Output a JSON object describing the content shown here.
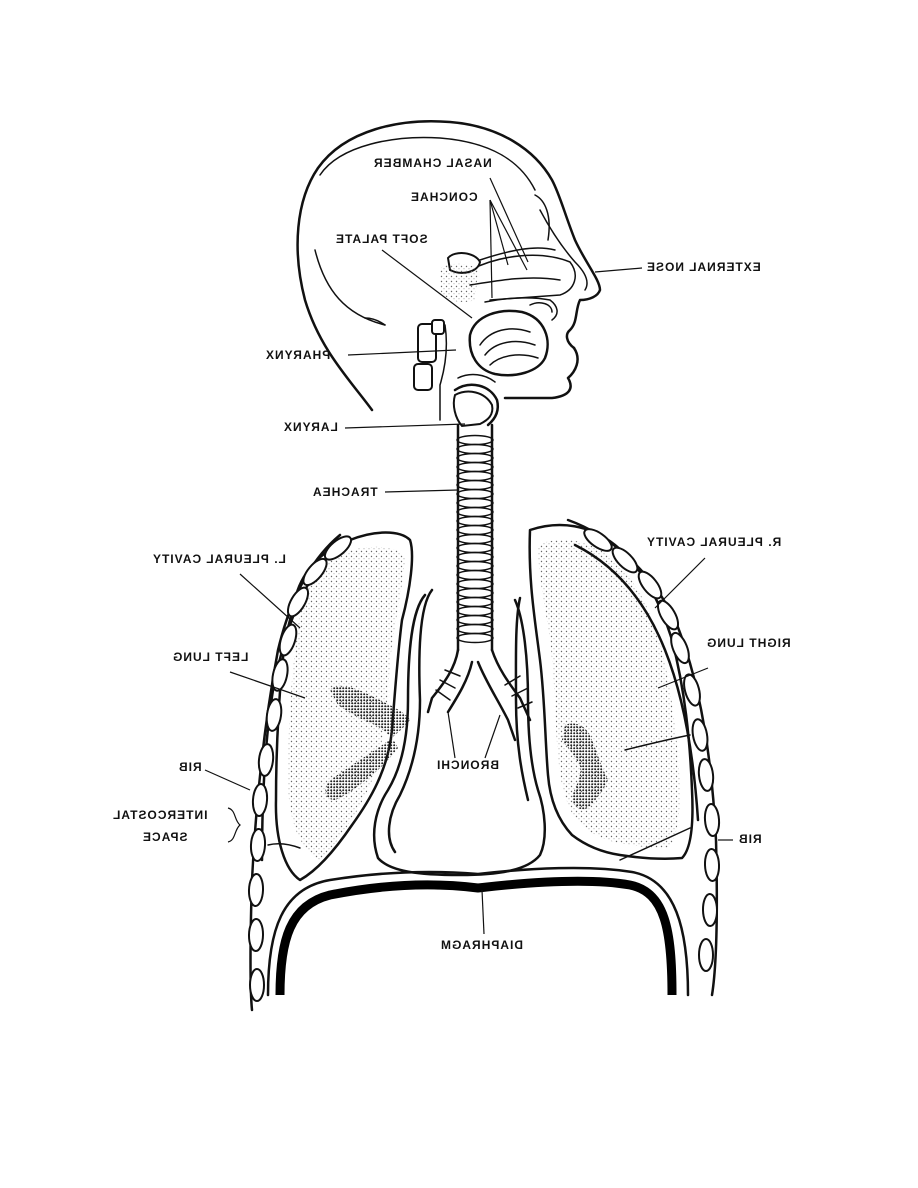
{
  "labels": {
    "nasal_chamber": "NASAL CHAMBER",
    "conchae": "CONCHAE",
    "soft_palate": "SOFT PALATE",
    "external_nose": "EXTERNAL NOSE",
    "pharynx": "PHARYNX",
    "larynx": "LARYNX",
    "trachea": "TRACHEA",
    "l_pleural_cavity": "L. PLEURAL CAVITY",
    "r_pleural_cavity": "R. PLEURAL CAVITY",
    "left_lung": "LEFT LUNG",
    "right_lung": "RIGHT LUNG",
    "bronchi": "BRONCHI",
    "rib_left": "RIB",
    "rib_right": "RIB",
    "intercostal_line1": "INTERCOSTAL",
    "intercostal_line2": "SPACE",
    "diaphragm": "DIAPHRAGM"
  }
}
